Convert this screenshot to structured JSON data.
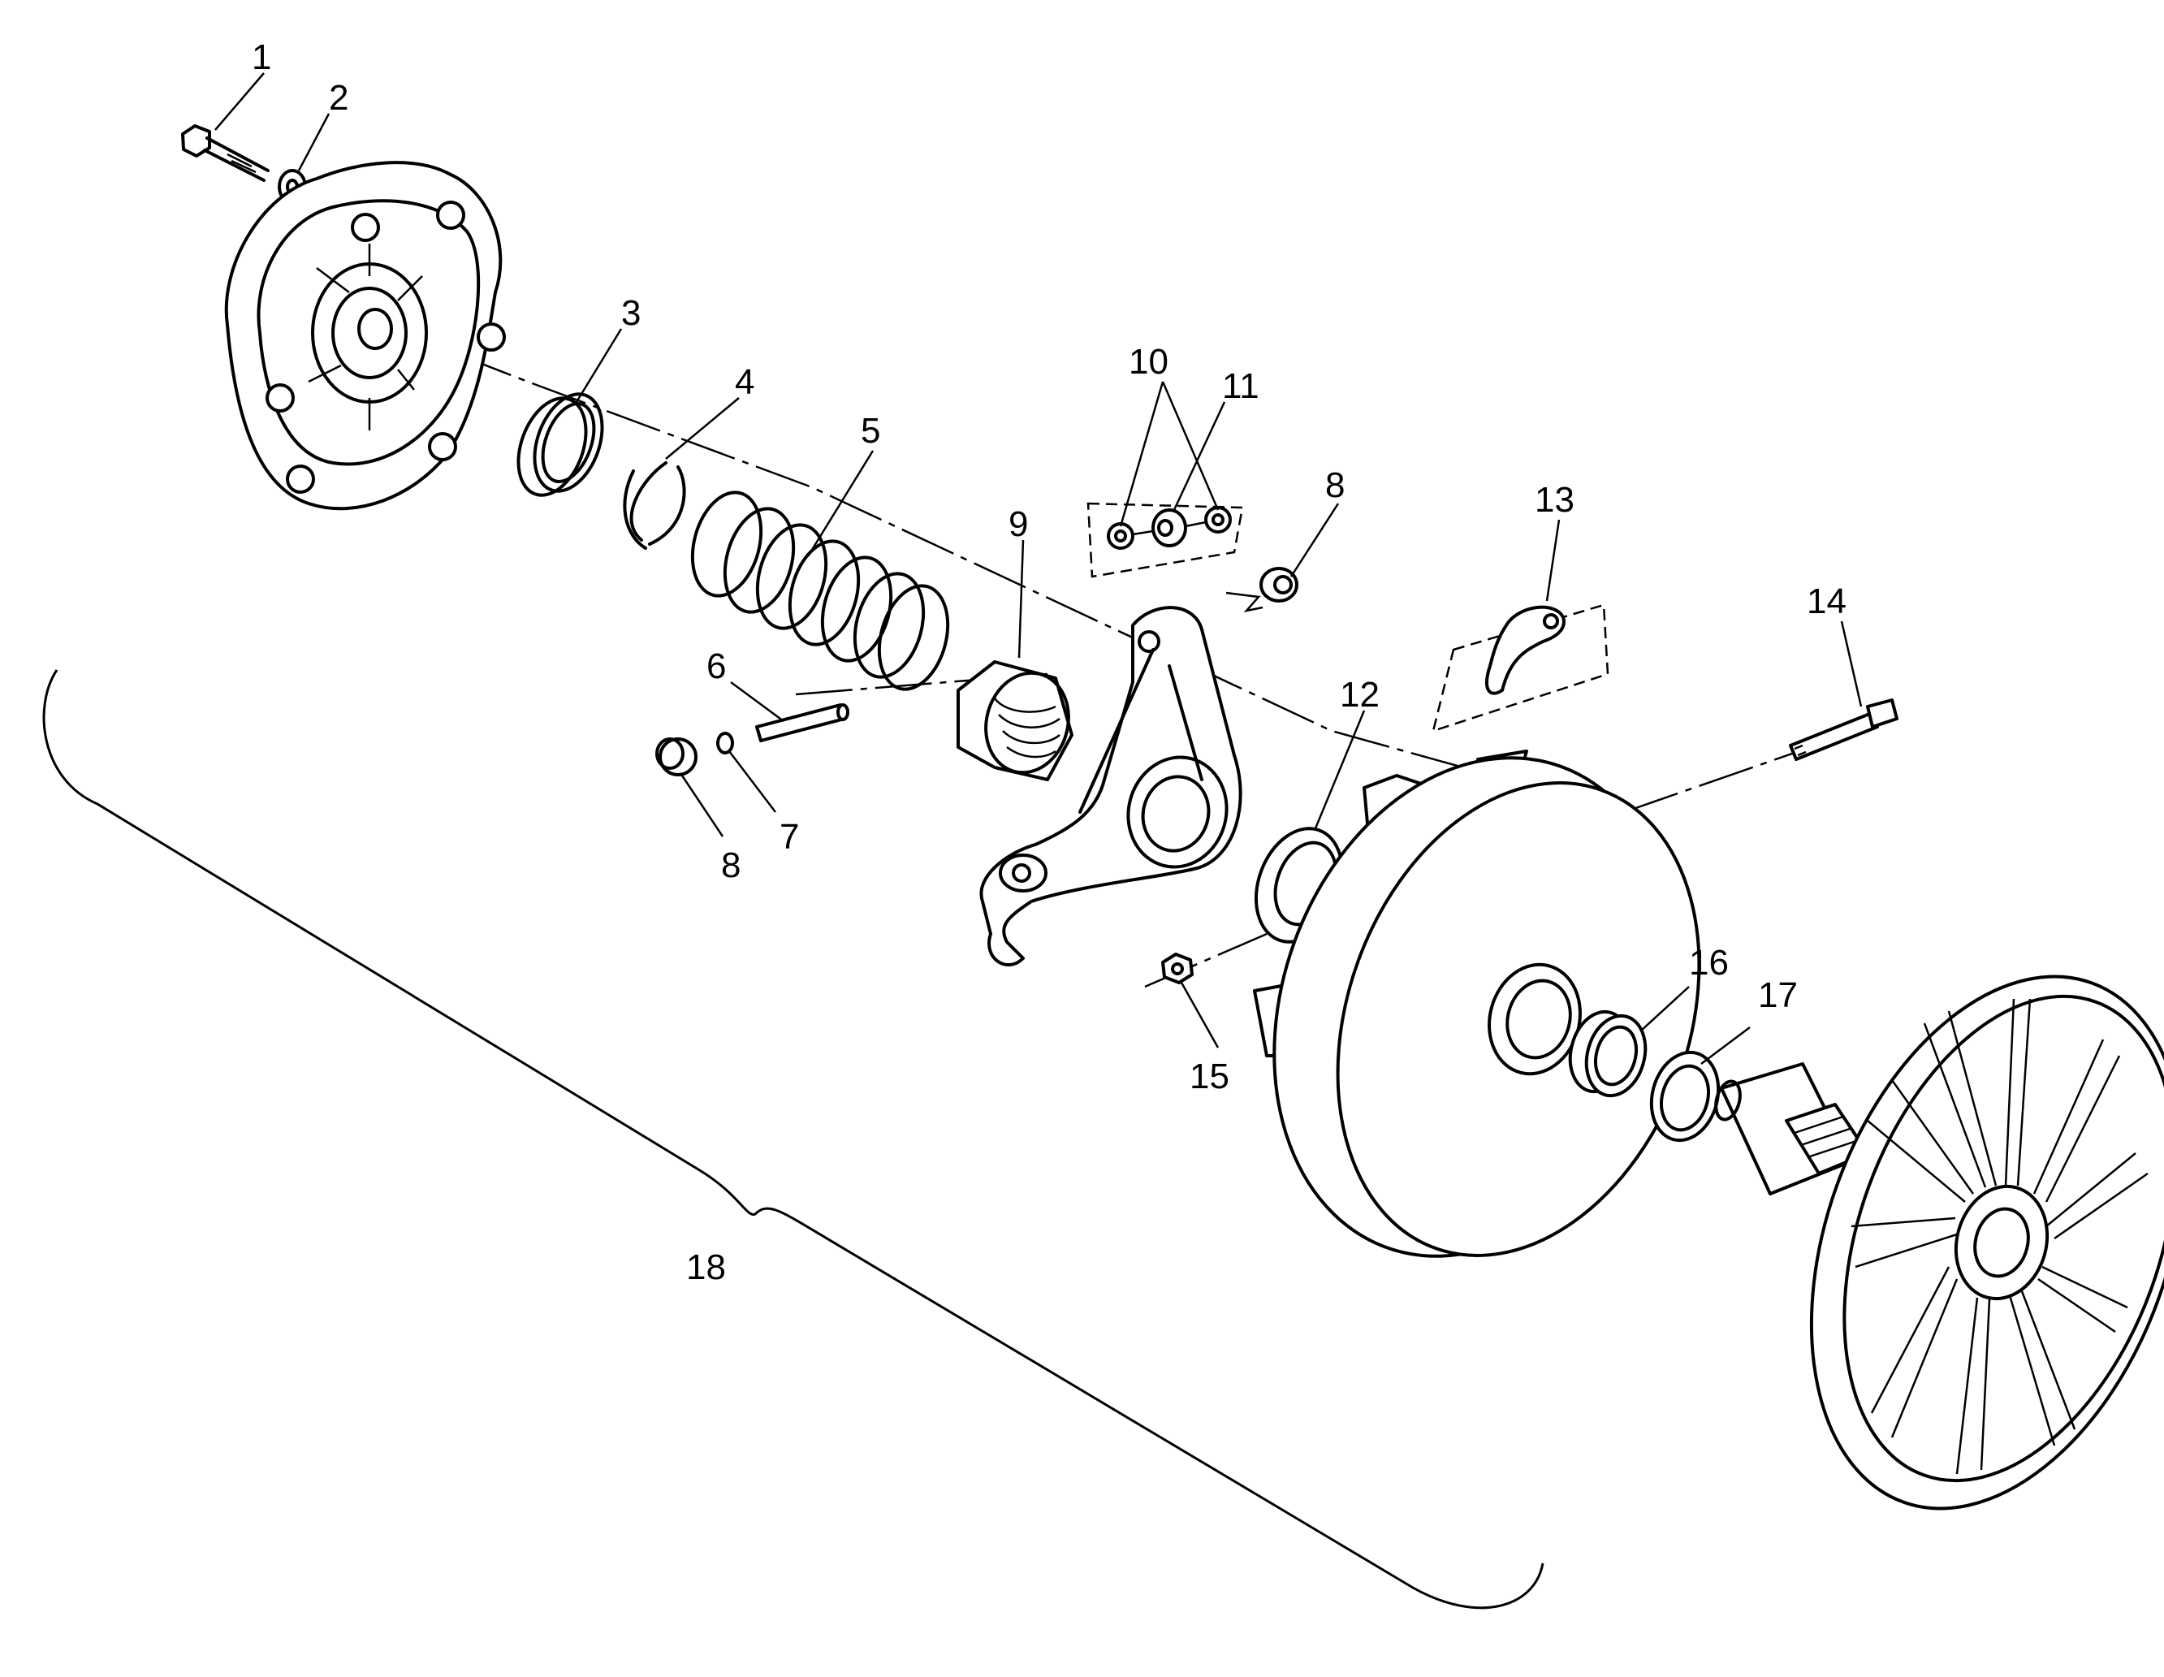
{
  "callouts": {
    "c1": "1",
    "c2": "2",
    "c3": "3",
    "c4": "4",
    "c5": "5",
    "c6": "6",
    "c7": "7",
    "c8a": "8",
    "c8b": "8",
    "c9": "9",
    "c10": "10",
    "c11": "11",
    "c12": "12",
    "c13": "13",
    "c14": "14",
    "c15": "15",
    "c16": "16",
    "c17": "17",
    "c18": "18"
  }
}
